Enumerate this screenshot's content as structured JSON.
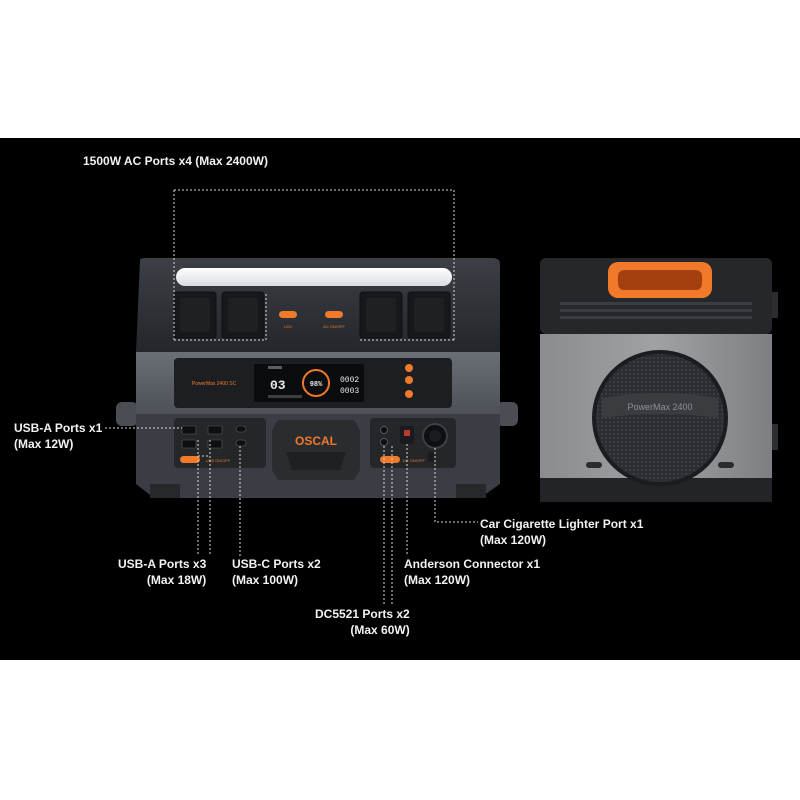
{
  "product": {
    "brand": "OSCAL",
    "model_front": "PowerMax 2400 SC",
    "model_side": "PowerMax 2400",
    "display": {
      "left_value": "03",
      "percent": "98%",
      "right_top": "0002",
      "right_bottom": "0003"
    },
    "button_labels": {
      "led": "LED",
      "ac_onoff": "AC ON/OFF",
      "usb_onoff": "USB ON/OFF",
      "dc_onoff": "DC ON/OFF"
    }
  },
  "callouts": {
    "ac": {
      "line1": "1500W AC Ports x4 (Max 2400W)"
    },
    "usba_single": {
      "line1": "USB-A Ports x1",
      "line2": "(Max 12W)"
    },
    "usba_triple": {
      "line1": "USB-A Ports x3",
      "line2": "(Max 18W)"
    },
    "usbc": {
      "line1": "USB-C Ports x2",
      "line2": "(Max 100W)"
    },
    "dc5521": {
      "line1": "DC5521 Ports x2",
      "line2": "(Max 60W)"
    },
    "anderson": {
      "line1": "Anderson Connector x1",
      "line2": "(Max 120W)"
    },
    "car": {
      "line1": "Car Cigarette Lighter Port x1",
      "line2": "(Max 120W)"
    }
  },
  "colors": {
    "background": "#000000",
    "body_dark": "#2e3136",
    "body_grey": "#5e6269",
    "accent_orange": "#f07a2a"
  }
}
